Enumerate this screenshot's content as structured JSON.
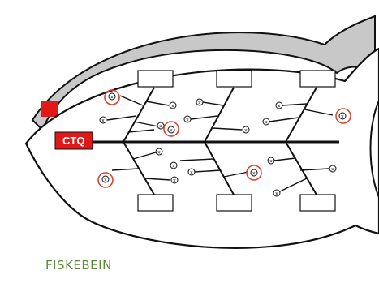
{
  "diagram": {
    "ctq_label": "CTQ",
    "caption": "FISKEBEIN",
    "cause_mark": "x",
    "colors": {
      "ctq_box": "#e01818",
      "circle_highlight": "#d9472b",
      "caption": "#5a8a3a",
      "body_fill": "#ffffff",
      "body_shadow": "#c8c8c8",
      "ink": "#111111"
    },
    "highlighted_causes": 5
  }
}
